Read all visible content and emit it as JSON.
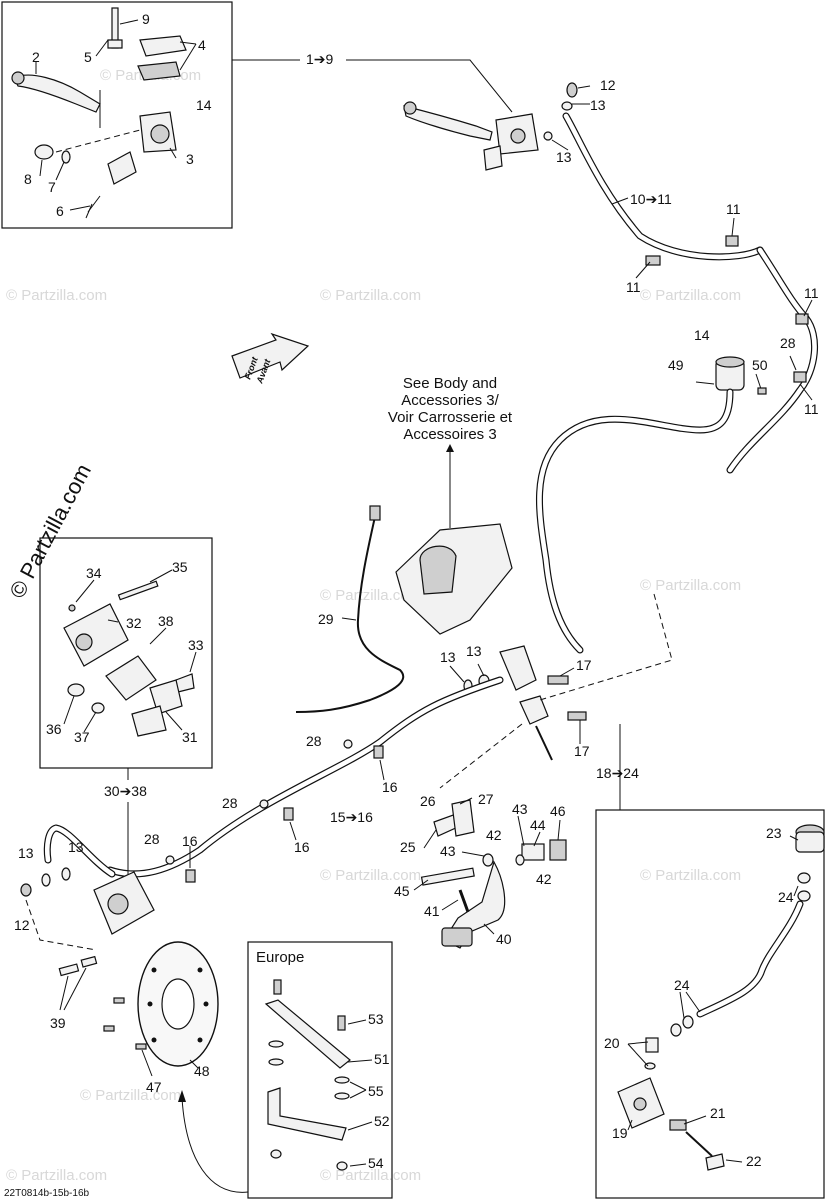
{
  "diagram_code": "22T0814b-15b-16b",
  "front_arrow": {
    "line1": "Front",
    "line2": "Avant"
  },
  "note": {
    "line1": "See Body and",
    "line2": "Accessories 3/",
    "line3": "Voir Carrosserie et",
    "line4": "Accessoires 3"
  },
  "watermark": "© Partzilla.com",
  "europe_label": "Europe",
  "callouts": {
    "c2": "2",
    "c9a": "9",
    "c4": "4",
    "c5": "5",
    "c14a": "14",
    "c3": "3",
    "c8": "8",
    "c7": "7",
    "c6": "6",
    "c1to9": "1➔9",
    "c12a": "12",
    "c13a": "13",
    "c13b": "13",
    "c10to11": "10➔11",
    "c11a": "11",
    "c11b": "11",
    "c11c": "11",
    "c11d": "11",
    "c14b": "14",
    "c49": "49",
    "c50": "50",
    "c28a": "28",
    "c34": "34",
    "c35": "35",
    "c32": "32",
    "c38": "38",
    "c33": "33",
    "c36": "36",
    "c37": "37",
    "c31": "31",
    "c29": "29",
    "c13c": "13",
    "c13d": "13",
    "c17a": "17",
    "c17b": "17",
    "c18to24": "18➔24",
    "c28b": "28",
    "c16a": "16",
    "c30to38": "30➔38",
    "c28c": "28",
    "c15to16": "15➔16",
    "c16b": "16",
    "c28d": "28",
    "c16c": "16",
    "c13e": "13",
    "c13f": "13",
    "c12b": "12",
    "c26": "26",
    "c27": "27",
    "c43a": "43",
    "c46": "46",
    "c42a": "42",
    "c44": "44",
    "c25": "25",
    "c43b": "43",
    "c42b": "42",
    "c45": "45",
    "c41": "41",
    "c40": "40",
    "c39": "39",
    "c47": "47",
    "c48": "48",
    "c53": "53",
    "c51": "51",
    "c55": "55",
    "c52": "52",
    "c54": "54",
    "c23": "23",
    "c24a": "24",
    "c24b": "24",
    "c20": "20",
    "c21": "21",
    "c19": "19",
    "c22": "22"
  }
}
